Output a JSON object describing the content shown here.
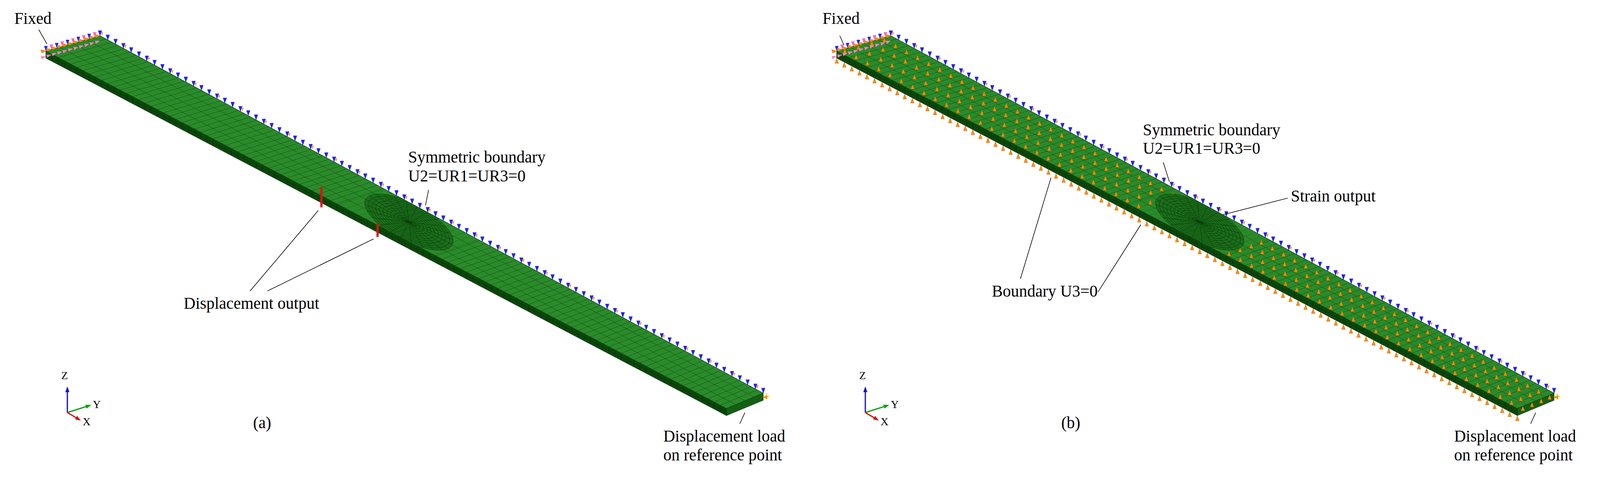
{
  "diagram": {
    "labels": [
      "Fixed",
      "Symmetric boundary U2=UR1=UR3=0",
      "Displacement output",
      "(a)",
      "Displacement load on reference point",
      "Z",
      "Y",
      "X",
      "Fixed",
      "Symmetric boundary U2=UR1=UR3=0",
      "Strain output",
      "Boundary U3=0",
      "(b)",
      "Displacement load on reference point",
      "Z",
      "Y",
      "X"
    ]
  }
}
